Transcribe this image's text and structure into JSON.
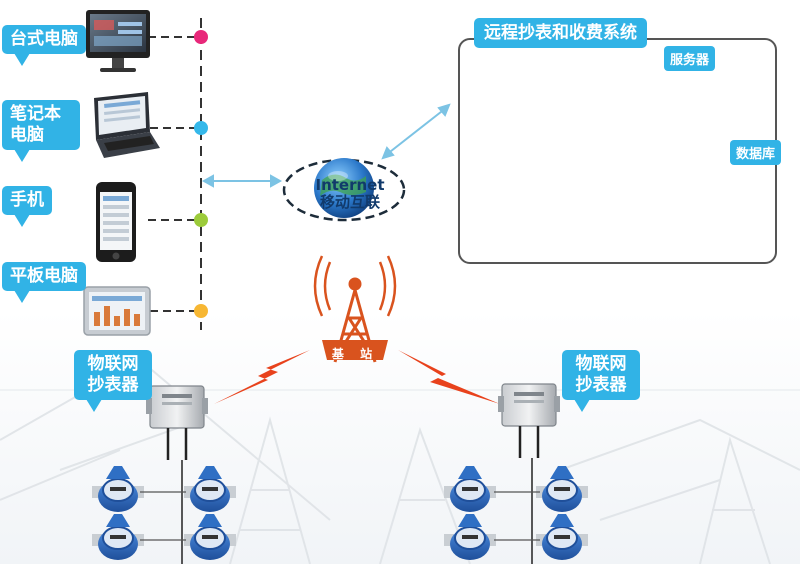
{
  "devices": {
    "desktop": "台式电脑",
    "laptop": "笔记本\n电脑",
    "phone": "手机",
    "tablet": "平板电脑"
  },
  "internet": {
    "line1": "Internet",
    "line2": "移动互联"
  },
  "system": {
    "title": "远程抄表和收费系统",
    "server": "服务器",
    "database": "数据库"
  },
  "base_station": "基 站",
  "reader_left": "物联网\n抄表器",
  "reader_right": "物联网\n抄表器",
  "colors": {
    "accent": "#31b3e6",
    "dot_desktop": "#e8287a",
    "dot_laptop": "#35b8ea",
    "dot_phone": "#9ccb3b",
    "dot_tablet": "#f7b733",
    "tower": "#d9531e",
    "meter_blue": "#2f6fc4"
  }
}
